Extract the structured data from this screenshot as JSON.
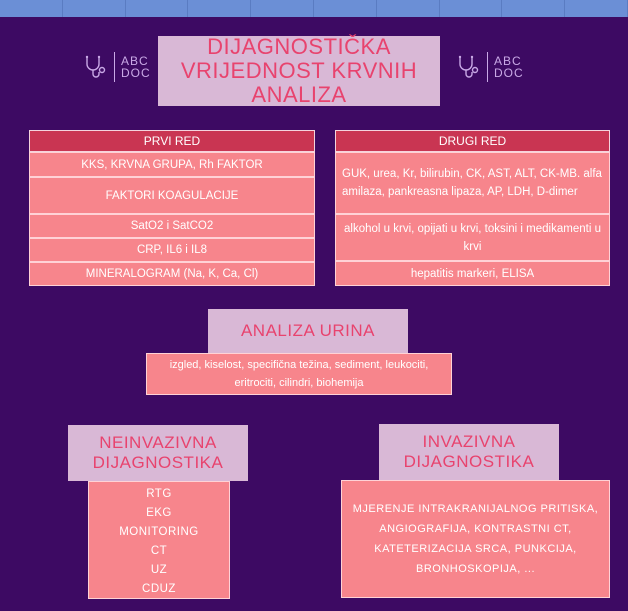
{
  "title": "DIJAGNOSTIČKA VRIJEDNOST KRVNIH ANALIZA",
  "logo": {
    "line1": "ABC",
    "line2": "DOC"
  },
  "first_row": {
    "header": "PRVI RED",
    "items": [
      "KKS, KRVNA GRUPA, Rh FAKTOR",
      "FAKTORI KOAGULACIJE",
      "SatO2 i SatCO2",
      "CRP, IL6 i IL8",
      "MINERALOGRAM (Na, K, Ca, Cl)"
    ]
  },
  "second_row": {
    "header": "DRUGI RED",
    "items": [
      "GUK, urea, Kr, bilirubin, CK, AST, ALT, CK-MB. alfa amilaza, pankreasna lipaza, AP, LDH, D-dimer",
      "alkohol u krvi, opijati u krvi, toksini i medikamenti u krvi",
      "hepatitis markeri, ELISA"
    ]
  },
  "urine": {
    "title": "ANALIZA URINA",
    "body": "izgled, kiselost, specifična težina, sediment, leukociti, eritrociti, cilindri, biohemija"
  },
  "noninvasive": {
    "title": "NEINVAZIVNA DIJAGNOSTIKA",
    "items": [
      "RTG",
      "EKG",
      "MONITORING",
      "CT",
      "UZ",
      "CDUZ"
    ]
  },
  "invasive": {
    "title": "INVAZIVNA DIJAGNOSTIKA",
    "body": "MJERENJE INTRAKRANIJALNOG PRITISKA, ANGIOGRAFIJA, KONTRASTNI CT, KATETERIZACIJA SRCA, PUNKCIJA, BRONHOSKOPIJA, ..."
  },
  "colors": {
    "background": "#3d0a63",
    "title_box": "#d9b8d6",
    "title_text": "#e8436e",
    "header": "#c93552",
    "cell": "#f7858c"
  }
}
